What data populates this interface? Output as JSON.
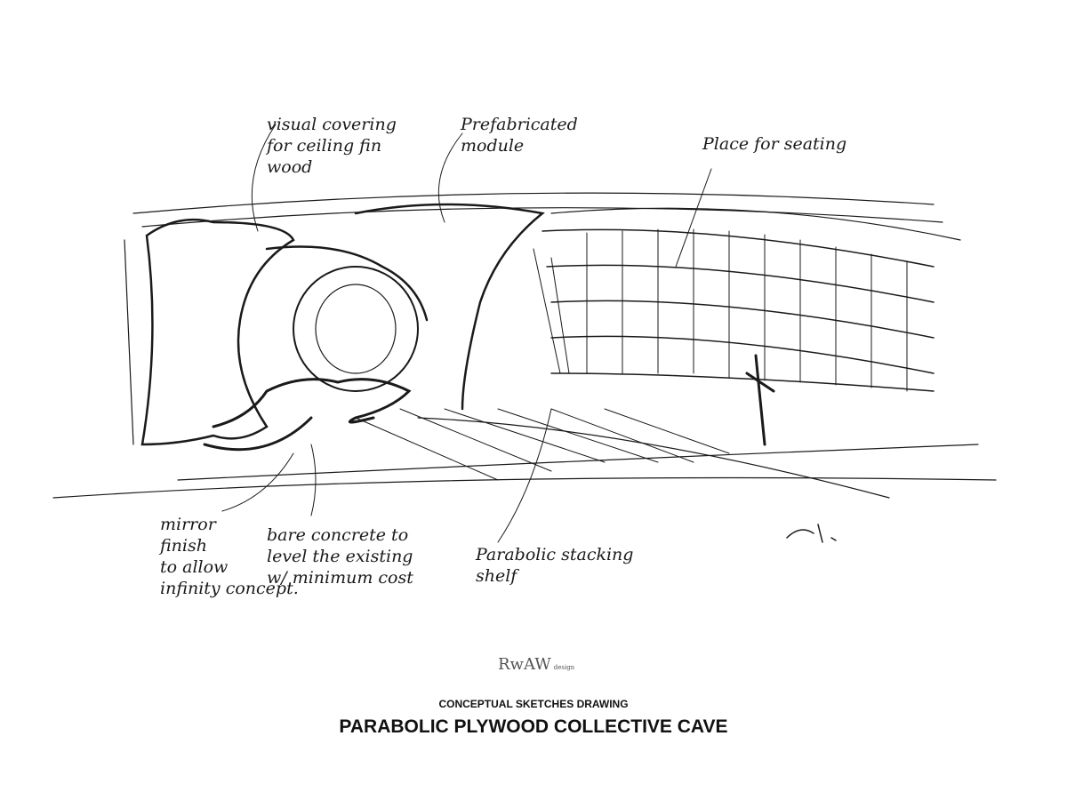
{
  "annotations": {
    "ceiling": "visual covering\nfor ceiling fin\nwood",
    "module": "Prefabricated\nmodule",
    "seating": "Place for seating",
    "mirror": "mirror\nfinish\nto allow\ninfinity concept.",
    "concrete": "bare concrete to\nlevel the existing\nw/ minimum cost",
    "shelf": "Parabolic stacking\nshelf"
  },
  "logo": {
    "text": "RwAW",
    "tagline": "design"
  },
  "subtitle": "CONCEPTUAL SKETCHES DRAWING",
  "title": "PARABOLIC PLYWOOD COLLECTIVE CAVE",
  "colors": {
    "ink": "#1a1a1a",
    "background": "#ffffff"
  }
}
